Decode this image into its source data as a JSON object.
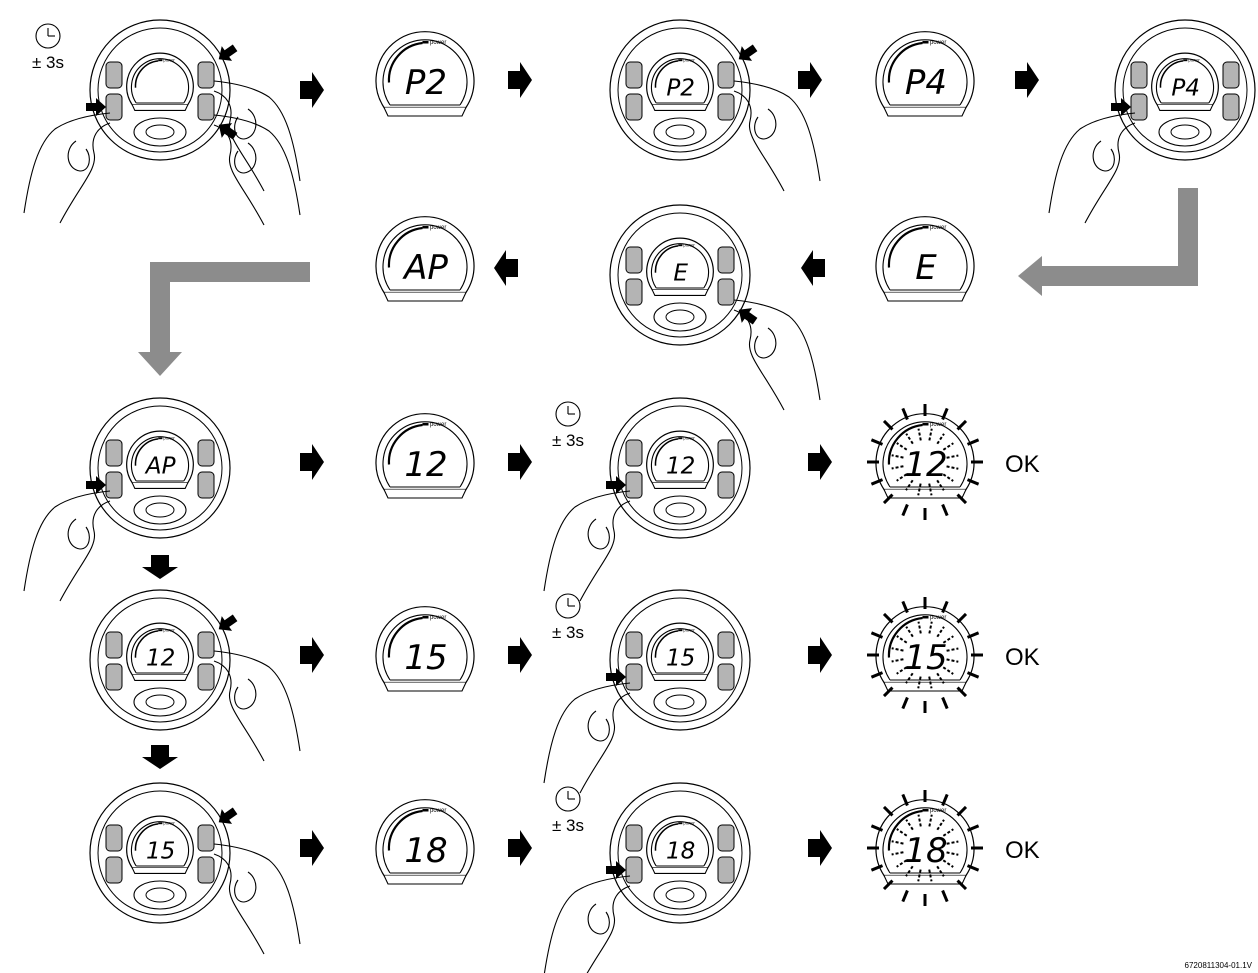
{
  "panels": [
    {
      "id": "p01",
      "kind": "device",
      "display": "",
      "timer": true,
      "timer_label": "± 3s",
      "press": [
        "left-lower",
        "right-upper",
        "right-lower"
      ]
    },
    {
      "id": "p02",
      "kind": "display",
      "display": "P2"
    },
    {
      "id": "p03",
      "kind": "device",
      "display": "P2",
      "press": [
        "right-upper"
      ]
    },
    {
      "id": "p04",
      "kind": "display",
      "display": "P4"
    },
    {
      "id": "p05",
      "kind": "device",
      "display": "P4",
      "press": [
        "left-lower"
      ]
    },
    {
      "id": "p06",
      "kind": "display",
      "display": "E"
    },
    {
      "id": "p07",
      "kind": "device",
      "display": "E",
      "press": [
        "right-lower"
      ]
    },
    {
      "id": "p08",
      "kind": "display",
      "display": "AP"
    },
    {
      "id": "p09",
      "kind": "device",
      "display": "AP",
      "press": [
        "left-lower"
      ]
    },
    {
      "id": "p10",
      "kind": "display",
      "display": "12"
    },
    {
      "id": "p11",
      "kind": "device",
      "display": "12",
      "timer": true,
      "timer_label": "± 3s",
      "press": [
        "left-lower"
      ]
    },
    {
      "id": "p12",
      "kind": "flash",
      "display": "12",
      "result": "OK"
    },
    {
      "id": "p13",
      "kind": "device",
      "display": "12",
      "press": [
        "right-upper"
      ]
    },
    {
      "id": "p14",
      "kind": "display",
      "display": "15"
    },
    {
      "id": "p15",
      "kind": "device",
      "display": "15",
      "timer": true,
      "timer_label": "± 3s",
      "press": [
        "left-lower"
      ]
    },
    {
      "id": "p16",
      "kind": "flash",
      "display": "15",
      "result": "OK"
    },
    {
      "id": "p17",
      "kind": "device",
      "display": "15",
      "press": [
        "right-upper"
      ]
    },
    {
      "id": "p18",
      "kind": "display",
      "display": "18"
    },
    {
      "id": "p19",
      "kind": "device",
      "display": "18",
      "timer": true,
      "timer_label": "± 3s",
      "press": [
        "left-lower"
      ]
    },
    {
      "id": "p20",
      "kind": "flash",
      "display": "18",
      "result": "OK"
    }
  ],
  "power_label": "power",
  "figure_code": "6720811304-01.1V",
  "colors": {
    "ink": "#000000",
    "button_fill": "#b4b4b4",
    "flow_arrow": "#8c8c8c"
  }
}
